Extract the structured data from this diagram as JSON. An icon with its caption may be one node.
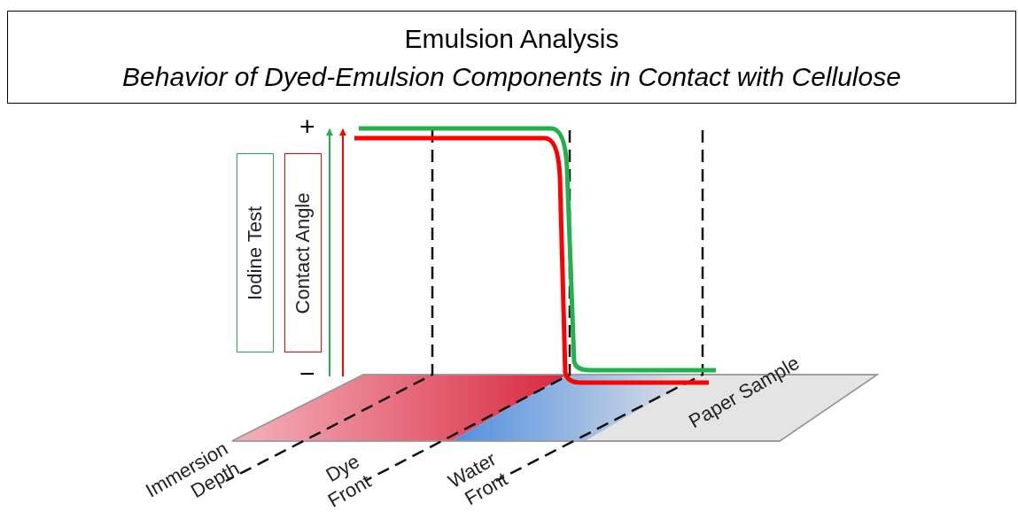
{
  "diagram": {
    "title": "Emulsion Analysis",
    "nodes": [
      {
        "text": [
          "Iodine Test"
        ]
      },
      {
        "text": [
          "Contact Angle"
        ]
      }
    ],
    "labels": [
      "Behavior of Dyed-Emulsion Components in Contact with Cellulose",
      "+",
      "−",
      "Immersion Depth",
      "Dye Front",
      "Water Front",
      "Paper Sample"
    ]
  }
}
